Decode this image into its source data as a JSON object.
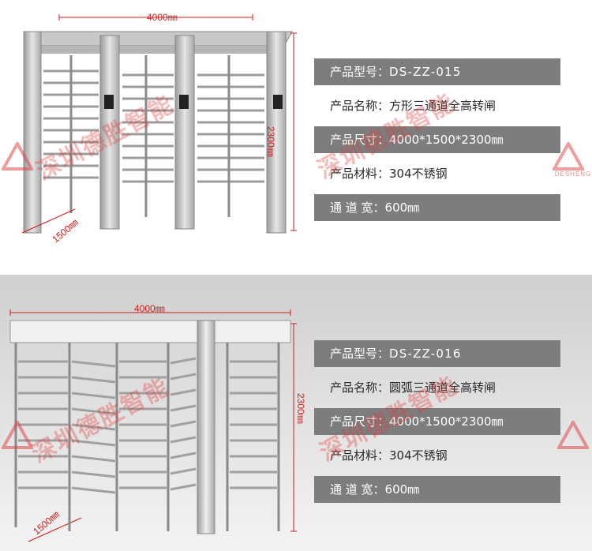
{
  "products": [
    {
      "id": "product-1",
      "dimensions": {
        "width": "4000㎜",
        "depth": "1500㎜",
        "height": "2300㎜"
      },
      "specs": [
        {
          "label": "产品型号：",
          "value": "DS-ZZ-015",
          "style": "dark"
        },
        {
          "label": "产品名称：",
          "value": "方形三通道全高转闸",
          "style": "light"
        },
        {
          "label": "产品尺寸：",
          "value": "4000*1500*2300㎜",
          "style": "dark"
        },
        {
          "label": "产品材料：",
          "value": "304不锈钢",
          "style": "light"
        },
        {
          "label": "通 道 宽：",
          "value": "600㎜",
          "style": "dark"
        }
      ]
    },
    {
      "id": "product-2",
      "dimensions": {
        "width": "4000㎜",
        "depth": "1500㎜",
        "height": "2300㎜"
      },
      "specs": [
        {
          "label": "产品型号：",
          "value": "DS-ZZ-016",
          "style": "dark"
        },
        {
          "label": "产品名称：",
          "value": "圆弧三通道全高转闸",
          "style": "light"
        },
        {
          "label": "产品尺寸：",
          "value": "4000*1500*2300㎜",
          "style": "dark"
        },
        {
          "label": "产品材料：",
          "value": "304不锈钢",
          "style": "light"
        },
        {
          "label": "通 道 宽：",
          "value": "600㎜",
          "style": "dark"
        }
      ]
    }
  ],
  "watermark": {
    "text": "深圳德胜智能",
    "brand": "DESHENG"
  },
  "colors": {
    "dark_bar": "#7d7d7d",
    "dimension_red": "#cc1e1e",
    "watermark_red": "#e13c3c"
  }
}
